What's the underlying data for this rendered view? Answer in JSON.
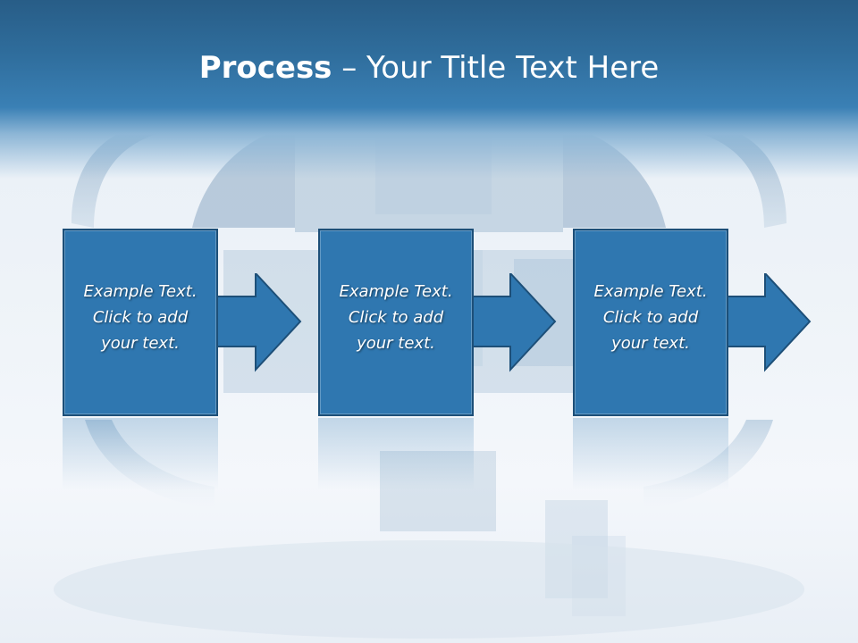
{
  "slide": {
    "title_bold": "Process",
    "title_rest": " – Your Title Text Here"
  },
  "steps": [
    {
      "line1": "Example Text.",
      "line2": "Click  to add",
      "line3": "your text."
    },
    {
      "line1": "Example Text.",
      "line2": "Click  to add",
      "line3": "your text."
    },
    {
      "line1": "Example Text.",
      "line2": "Click  to add",
      "line3": "your text."
    }
  ],
  "colors": {
    "header": "#2f6d9c",
    "box_fill": "#2f77b0",
    "box_border": "#1d4f78",
    "text": "#ffffff"
  },
  "icons": {
    "background": "glass-globe-image",
    "connector": "right-arrow-icon"
  }
}
